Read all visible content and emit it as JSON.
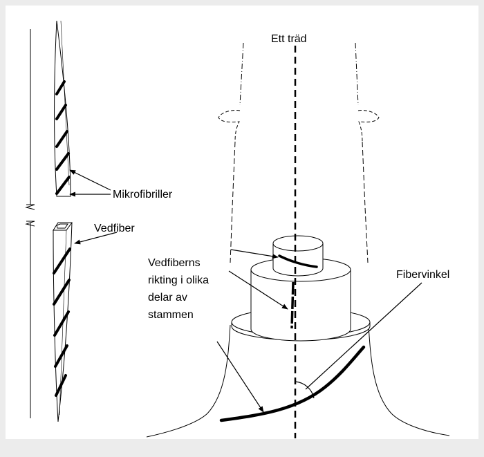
{
  "labels": {
    "tree": "Ett träd",
    "microfibrils": "Mikrofibriller",
    "wood_fiber": "Vedfiber",
    "fiber_direction": [
      "Vedfiberns",
      "rikting i olika",
      "delar av",
      "stammen"
    ],
    "fiber_angle": "Fibervinkel"
  },
  "colors": {
    "background": "#ececec",
    "panel": "#ffffff",
    "ink": "#000000"
  }
}
